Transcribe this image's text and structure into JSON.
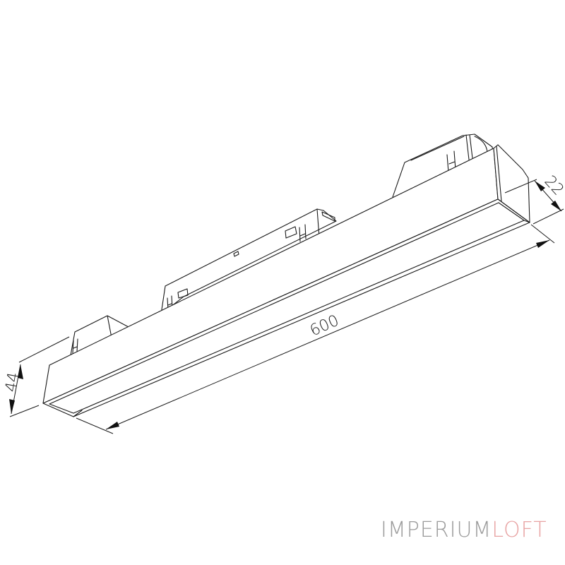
{
  "drawing": {
    "subject": "linear track light fixture, isometric line drawing",
    "line_color": "#1a1a1a",
    "background": "#ffffff"
  },
  "dimensions": {
    "length": "600",
    "height": "44",
    "width": "22"
  },
  "watermark": {
    "part1": "IMPERIUM",
    "part2": "LOFT",
    "color1": "#9b9b9b",
    "color2": "#e8a3a3"
  }
}
